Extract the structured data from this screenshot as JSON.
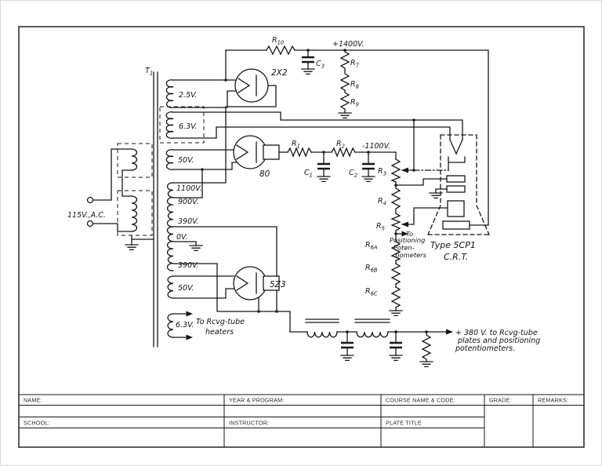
{
  "page": {
    "sheet_bg": "#ffffff",
    "ink": "#161616"
  },
  "schematic": {
    "transformer": {
      "label": {
        "base": "T",
        "sub": "1"
      },
      "input_label": "115V.,A.C.",
      "windings": {
        "w25": "2.5V.",
        "w63a": "6.3V.",
        "w50a": "50V.",
        "w1100": "1100V.",
        "w900": "900V.",
        "w390a": "390V.",
        "w0": "0V.",
        "w390b": "390V.",
        "w50b": "50V.",
        "w63b": "6.3V."
      }
    },
    "tubes": {
      "hv_rectifier": "2X2",
      "neg_rectifier": "80",
      "lv_rectifier": "5Z3"
    },
    "resistors": {
      "r1": {
        "base": "R",
        "sub": "1"
      },
      "r2": {
        "base": "R",
        "sub": "2"
      },
      "r3": {
        "base": "R",
        "sub": "3"
      },
      "r4": {
        "base": "R",
        "sub": "4"
      },
      "r5": {
        "base": "R",
        "sub": "5"
      },
      "r6a": {
        "base": "R",
        "sub": "6A"
      },
      "r6b": {
        "base": "R",
        "sub": "6B"
      },
      "r6c": {
        "base": "R",
        "sub": "6C"
      },
      "r7": {
        "base": "R",
        "sub": "7"
      },
      "r8": {
        "base": "R",
        "sub": "8"
      },
      "r9": {
        "base": "R",
        "sub": "9"
      },
      "r10": {
        "base": "R",
        "sub": "10"
      }
    },
    "capacitors": {
      "c1": {
        "base": "C",
        "sub": "1"
      },
      "c2": {
        "base": "C",
        "sub": "2"
      },
      "c3": {
        "base": "C",
        "sub": "3"
      }
    },
    "voltages": {
      "pos_hv": "+1400V.",
      "neg_hv": "-1100V."
    },
    "crt": {
      "type_line": "Type 5CP1",
      "name_line": "C.R.T."
    },
    "notes": {
      "pos_to": "To",
      "pos_1": "Positioning",
      "pos_2": "Poten-",
      "pos_3": "tiometers",
      "heaters_1": "To Rcvg-tube",
      "heaters_2": "heaters",
      "output_1": "+ 380 V. to Rcvg-tube",
      "output_2": "plates and positioning",
      "output_3": "potentiometers."
    }
  },
  "title_block": {
    "name": "NAME:",
    "year_program": "YEAR & PROGRAM:",
    "course": "COURSE NAME & CODE:",
    "grade": "GRADE:",
    "remarks": "REMARKS:",
    "school": "SCHOOL:",
    "instructor": "INSTRUCTOR:",
    "plate_title": "PLATE TITLE"
  }
}
